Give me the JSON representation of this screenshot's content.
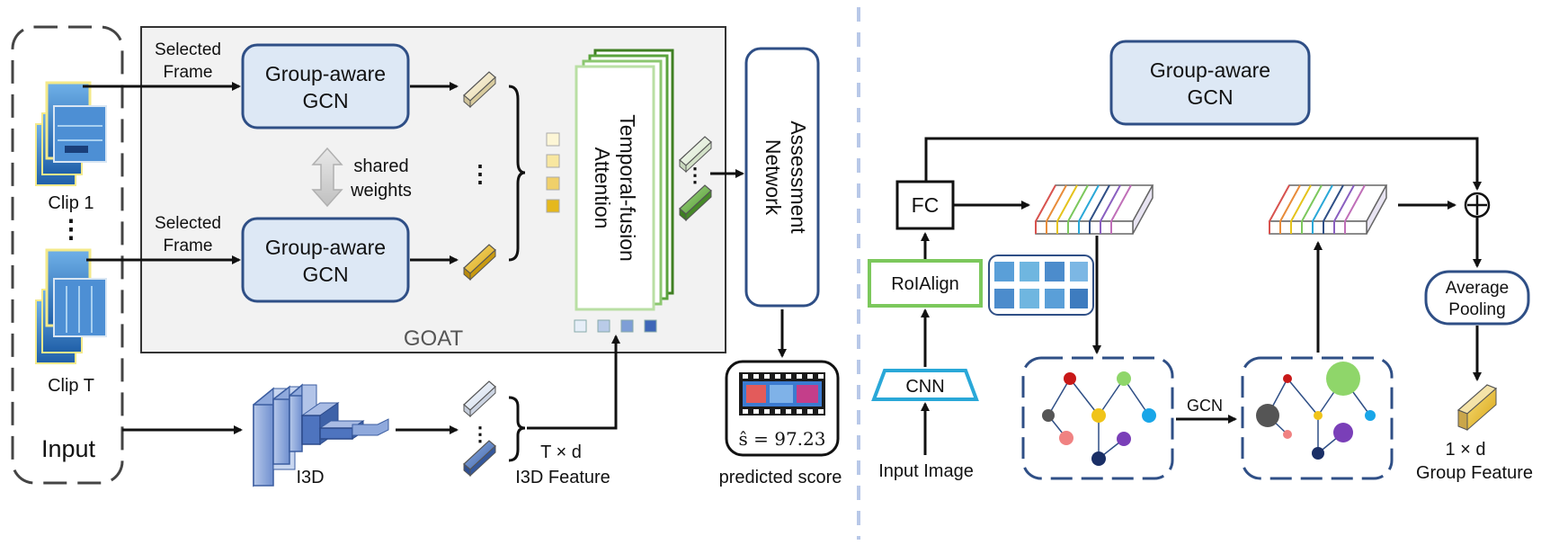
{
  "left": {
    "input_label": "Input",
    "clip1_label": "Clip 1",
    "clipT_label": "Clip T",
    "vdots": "⋮",
    "selected_frame_1a": "Selected",
    "selected_frame_1b": "Frame",
    "selected_frame_2a": "Selected",
    "selected_frame_2b": "Frame",
    "gcn_top_l1": "Group-aware",
    "gcn_top_l2": "GCN",
    "gcn_bottom_l1": "Group-aware",
    "gcn_bottom_l2": "GCN",
    "shared_l1": "shared",
    "shared_l2": "weights",
    "goat_label": "GOAT",
    "tfa_l1": "Temporal-fusion",
    "tfa_l2": "Attention",
    "assess_l1": "Assessment",
    "assess_l2": "Network",
    "i3d_label": "I3D",
    "txd_label": "T × d",
    "i3d_feature_label": "I3D Feature",
    "predicted_formula": "ŝ = 97.23",
    "predicted_label": "predicted score"
  },
  "right": {
    "gcn_l1": "Group-aware",
    "gcn_l2": "GCN",
    "fc_label": "FC",
    "roialign_label": "RoIAlign",
    "cnn_label": "CNN",
    "input_image_label": "Input Image",
    "gcn_arrow_label": "GCN",
    "avgpool_l1": "Average",
    "avgpool_l2": "Pooling",
    "oneXd_label": "1 × d",
    "group_feature_label": "Group Feature",
    "plus_symbol": "⊕"
  },
  "colors": {
    "gcn_fill": "#dde8f5",
    "gcn_stroke": "#2f4f86",
    "goat_bg": "#f2f2f2",
    "tfa_green": "#5aa33c",
    "roialign_green": "#7cc85c",
    "cnn_blue": "#2aa8d8",
    "i3d_blue": "#5b7fc0",
    "divider": "#b8c8e8",
    "feature_gold": "#e5b81c"
  }
}
